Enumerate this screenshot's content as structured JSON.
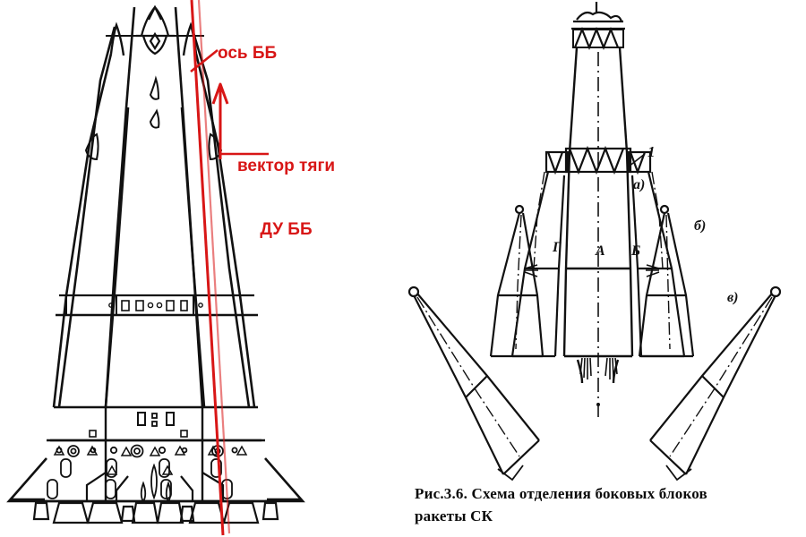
{
  "figure": {
    "caption_line1": "Рис.3.6. Схема отделения боковых блоков",
    "caption_line2": "ракеты СК",
    "colors": {
      "ink": "#111111",
      "annotation_red": "#d81616",
      "background": "#ffffff"
    }
  },
  "left_panel": {
    "name": "rocket-lower-stage-elevation",
    "annotations": [
      {
        "id": "axis",
        "text": "ось ББ",
        "color": "#d81616",
        "description": "leader line to the slanted axis of the strap-on booster"
      },
      {
        "id": "thrust",
        "text": "вектор тяги\nДУ ББ",
        "line1": "вектор тяги",
        "line2": "ДУ ББ",
        "color": "#d81616",
        "description": "arrow indicating thrust vector of booster engine"
      }
    ]
  },
  "right_panel": {
    "name": "booster-separation-sequence",
    "block_labels": [
      {
        "id": "G",
        "text": "Г"
      },
      {
        "id": "A",
        "text": "А"
      },
      {
        "id": "B",
        "text": "Б"
      }
    ],
    "callouts": [
      {
        "id": "one",
        "text": "1"
      }
    ],
    "stage_labels": [
      {
        "id": "a",
        "text": "а)"
      },
      {
        "id": "b",
        "text": "б)"
      },
      {
        "id": "v",
        "text": "в)"
      }
    ]
  }
}
